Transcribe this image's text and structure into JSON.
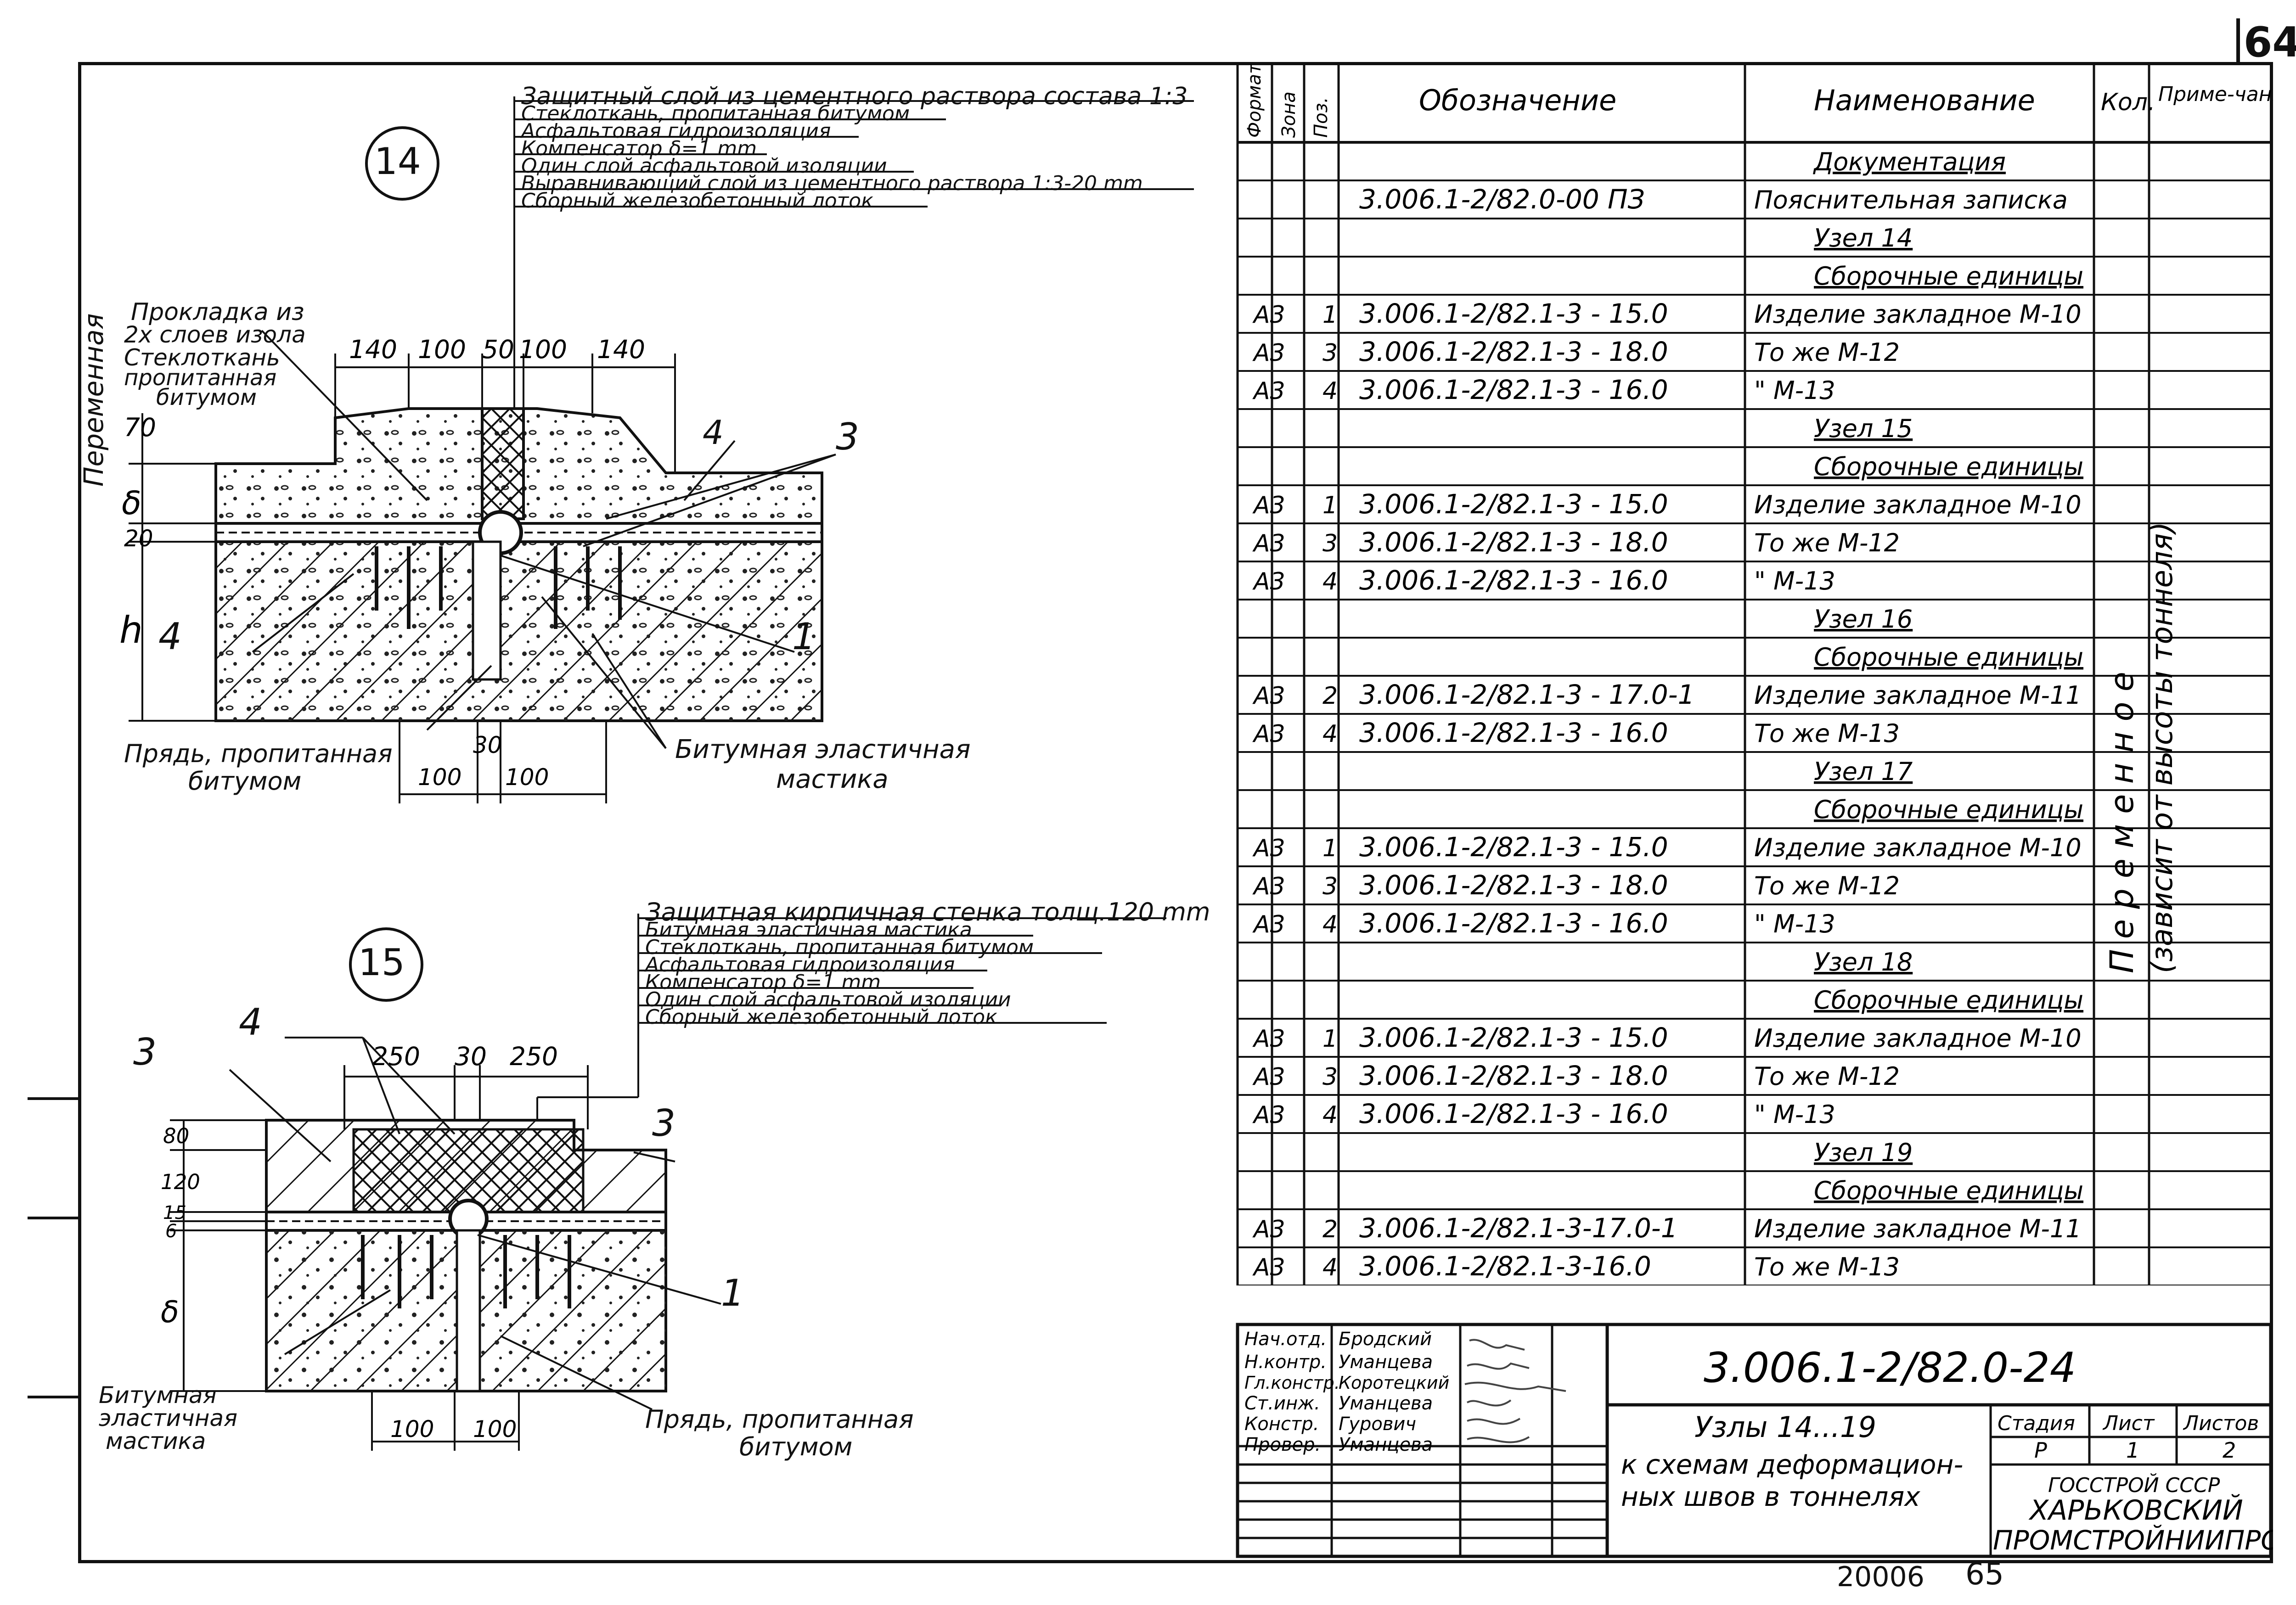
{
  "sheet_number": "64",
  "footer": {
    "code": "20006",
    "page": "65"
  },
  "node14": {
    "number": "14",
    "layers": [
      "Защитный слой из цементного раствора состава 1:3",
      "Стеклоткань, пропитанная битумом",
      "Асфальтовая гидроизоляция",
      "Компенсатор δ=1 mm",
      "Один слой асфальтовой изоляции",
      "Выравнивающий слой из цементного раствора 1:3-20 mm",
      "Сборный железобетонный лоток"
    ],
    "left_label": "Переменная",
    "pad_label": [
      "Прокладка из",
      "2х слоев изола",
      "Стеклоткань",
      "пропитанная",
      "битумом"
    ],
    "dims_top": [
      "140",
      "100",
      "50",
      "100",
      "140"
    ],
    "dims_left": [
      "70",
      "δ",
      "20",
      "h"
    ],
    "dims_bottom": [
      "30",
      "100",
      "100"
    ],
    "callouts": [
      "4",
      "3",
      "4",
      "1"
    ],
    "strand_label": [
      "Прядь, пропитанная",
      "битумом"
    ],
    "mastic_label": [
      "Битумная эластичная",
      "мастика"
    ]
  },
  "node15": {
    "number": "15",
    "layers": [
      "Защитная кирпичная стенка толщ.120 mm",
      "Битумная эластичная мастика",
      "Стеклоткань, пропитанная битумом",
      "Асфальтовая гидроизоляция",
      "Компенсатор δ=1 mm",
      "Один слой асфальтовой изоляции",
      "Сборный железобетонный лоток"
    ],
    "dims_top": [
      "250",
      "30",
      "250"
    ],
    "dims_left": [
      "80",
      "120",
      "15",
      "6",
      "δ"
    ],
    "dims_bottom": [
      "100",
      "100"
    ],
    "callouts": [
      "3",
      "4",
      "3",
      "1"
    ],
    "mastic_label": [
      "Битумная",
      "эластичная",
      "мастика"
    ],
    "strand_label": [
      "Прядь, пропитанная",
      "битумом"
    ]
  },
  "spec_table": {
    "headers": [
      "Формат",
      "Зона",
      "Поз.",
      "Обозначение",
      "Наименование",
      "Кол.",
      "Приме-чание"
    ],
    "kol_note": [
      "П е р е м е н н о е",
      "(зависит от высоты тоннеля)"
    ],
    "rows": [
      [
        "",
        "",
        "",
        "",
        "Документация"
      ],
      [
        "",
        "",
        "",
        "3.006.1-2/82.0-00 ПЗ",
        "Пояснительная записка"
      ],
      [
        "",
        "",
        "",
        "",
        "Узел 14"
      ],
      [
        "",
        "",
        "",
        "",
        "Сборочные единицы"
      ],
      [
        "А3",
        "",
        "1",
        "3.006.1-2/82.1-3 - 15.0",
        "Изделие закладное  М-10"
      ],
      [
        "А3",
        "",
        "3",
        "3.006.1-2/82.1-3 - 18.0",
        "То же  М-12"
      ],
      [
        "А3",
        "",
        "4",
        "3.006.1-2/82.1-3 - 16.0",
        "\"  М-13"
      ],
      [
        "",
        "",
        "",
        "",
        "Узел 15"
      ],
      [
        "",
        "",
        "",
        "",
        "Сборочные единицы"
      ],
      [
        "А3",
        "",
        "1",
        "3.006.1-2/82.1-3 - 15.0",
        "Изделие закладное  М-10"
      ],
      [
        "А3",
        "",
        "3",
        "3.006.1-2/82.1-3 - 18.0",
        "То же  М-12"
      ],
      [
        "А3",
        "",
        "4",
        "3.006.1-2/82.1-3 - 16.0",
        "\"  М-13"
      ],
      [
        "",
        "",
        "",
        "",
        "Узел 16"
      ],
      [
        "",
        "",
        "",
        "",
        "Сборочные единицы"
      ],
      [
        "А3",
        "",
        "2",
        "3.006.1-2/82.1-3 - 17.0-1",
        "Изделие закладное  М-11"
      ],
      [
        "А3",
        "",
        "4",
        "3.006.1-2/82.1-3 - 16.0",
        "То же  М-13"
      ],
      [
        "",
        "",
        "",
        "",
        "Узел 17"
      ],
      [
        "",
        "",
        "",
        "",
        "Сборочные единицы"
      ],
      [
        "А3",
        "",
        "1",
        "3.006.1-2/82.1-3 - 15.0",
        "Изделие закладное  М-10"
      ],
      [
        "А3",
        "",
        "3",
        "3.006.1-2/82.1-3 - 18.0",
        "То же  М-12"
      ],
      [
        "А3",
        "",
        "4",
        "3.006.1-2/82.1-3 - 16.0",
        "\"  М-13"
      ],
      [
        "",
        "",
        "",
        "",
        "Узел 18"
      ],
      [
        "",
        "",
        "",
        "",
        "Сборочные единицы"
      ],
      [
        "А3",
        "",
        "1",
        "3.006.1-2/82.1-3 - 15.0",
        "Изделие закладное  М-10"
      ],
      [
        "А3",
        "",
        "3",
        "3.006.1-2/82.1-3 - 18.0",
        "То же  М-12"
      ],
      [
        "А3",
        "",
        "4",
        "3.006.1-2/82.1-3 - 16.0",
        "\"  М-13"
      ],
      [
        "",
        "",
        "",
        "",
        "Узел 19"
      ],
      [
        "",
        "",
        "",
        "",
        "Сборочные единицы"
      ],
      [
        "А3",
        "",
        "2",
        "3.006.1-2/82.1-3-17.0-1",
        "Изделие закладное  М-11"
      ],
      [
        "А3",
        "",
        "4",
        "3.006.1-2/82.1-3-16.0",
        "То же  М-13"
      ]
    ]
  },
  "title_block": {
    "document_code": "3.006.1-2/82.0-24",
    "signatures": [
      [
        "Нач.отд.",
        "Бродский"
      ],
      [
        "Н.контр.",
        "Уманцева"
      ],
      [
        "Гл.констр.",
        "Коротецкий"
      ],
      [
        "Ст.инж.",
        "Уманцева"
      ],
      [
        "Констр.",
        "Гурович"
      ],
      [
        "Провер.",
        "Уманцева"
      ]
    ],
    "title": [
      "Узлы 14...19",
      "к схемам деформацион-",
      "ных швов в тоннелях"
    ],
    "stage_header": [
      "Стадия",
      "Лист",
      "Листов"
    ],
    "stage_values": [
      "Р",
      "1",
      "2"
    ],
    "org": [
      "ГОССТРОЙ СССР",
      "ХАРЬКОВСКИЙ",
      "ПРОМСТРОЙНИИПРОЕКТ"
    ]
  }
}
